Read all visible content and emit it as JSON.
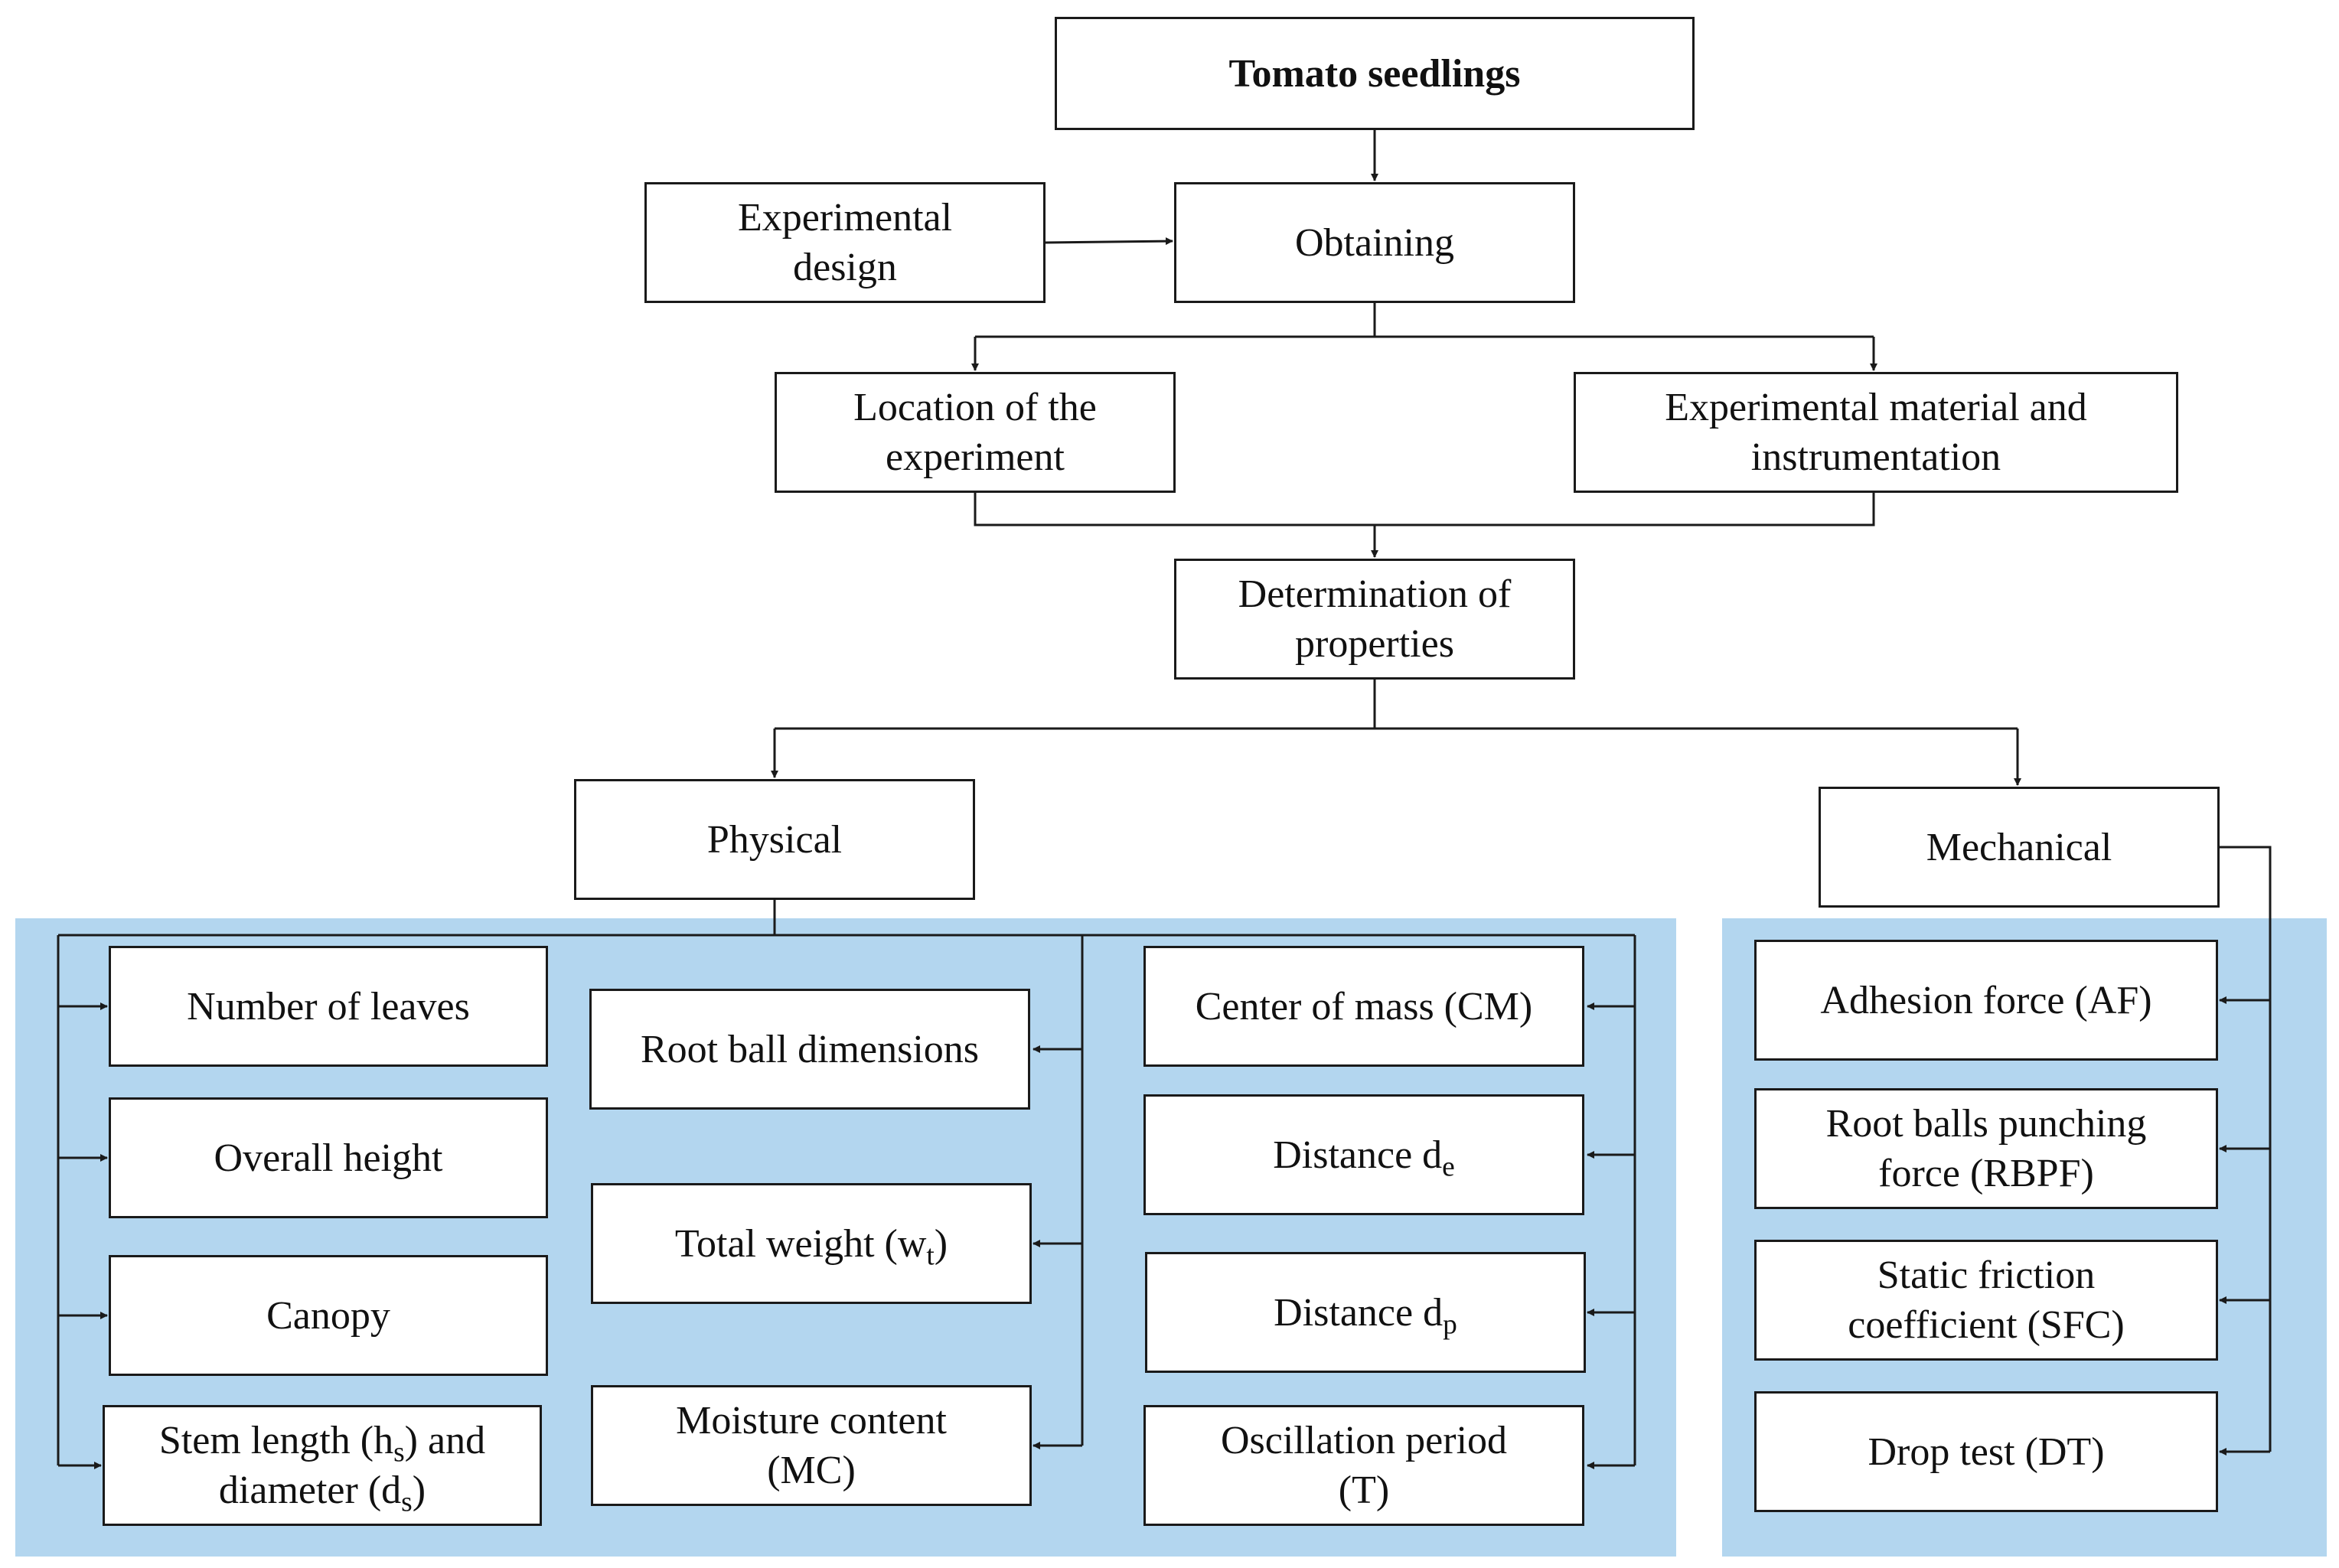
{
  "colors": {
    "panel_fill": "#b3d6ef",
    "box_border": "#1a1a1a",
    "line": "#1a1a1a"
  },
  "nodes": {
    "tomato_seedlings": "Tomato seedlings",
    "obtaining": "Obtaining",
    "experimental_design": {
      "line1": "Experimental",
      "line2": "design"
    },
    "location": {
      "line1": "Location of the",
      "line2": "experiment"
    },
    "material": {
      "line1": "Experimental material and",
      "line2": "instrumentation"
    },
    "determination": {
      "line1": "Determination of",
      "line2": "properties"
    },
    "physical": "Physical",
    "mechanical": "Mechanical",
    "number_of_leaves": "Number of leaves",
    "overall_height": "Overall height",
    "canopy": "Canopy",
    "stem": {
      "line1_pre": "Stem length (h",
      "line1_sub": "s",
      "line1_post": ") and",
      "line2_pre": "diameter (d",
      "line2_sub": "s",
      "line2_post": ")"
    },
    "root_ball_dimensions": "Root ball dimensions",
    "total_weight": {
      "pre": "Total weight (w",
      "sub": "t",
      "post": ")"
    },
    "moisture": {
      "line1": "Moisture content",
      "line2": "(MC)"
    },
    "center_of_mass": "Center of mass (CM)",
    "distance_de": {
      "pre": "Distance d",
      "sub": "e"
    },
    "distance_dp": {
      "pre": "Distance d",
      "sub": "p"
    },
    "oscillation": {
      "line1": "Oscillation period",
      "line2": "(T)"
    },
    "adhesion": "Adhesion force (AF)",
    "rbpf": {
      "line1": "Root balls punching",
      "line2": "force (RBPF)"
    },
    "sfc": {
      "line1": "Static friction",
      "line2": "coefficient (SFC)"
    },
    "drop_test": "Drop test (DT)"
  }
}
